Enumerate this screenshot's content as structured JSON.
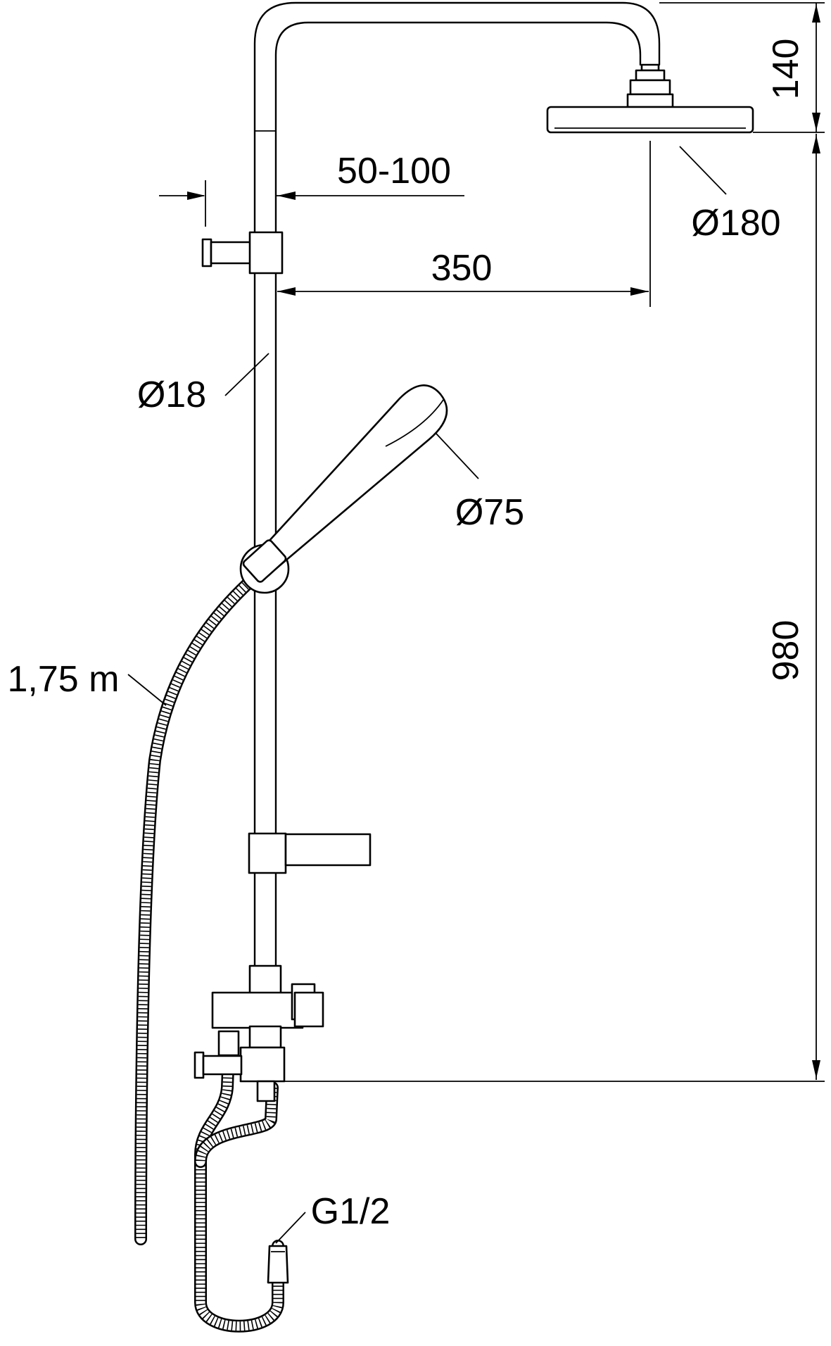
{
  "diagram": {
    "labels": {
      "dim_top_height": "140",
      "dim_slider_offset": "50-100",
      "dim_head_diameter": "Ø180",
      "dim_arm_reach": "350",
      "dim_rail_diameter": "Ø18",
      "dim_hand_shower_diameter": "Ø75",
      "dim_hose_length": "1,75 m",
      "dim_total_height": "980",
      "dim_connection": "G1/2"
    }
  }
}
